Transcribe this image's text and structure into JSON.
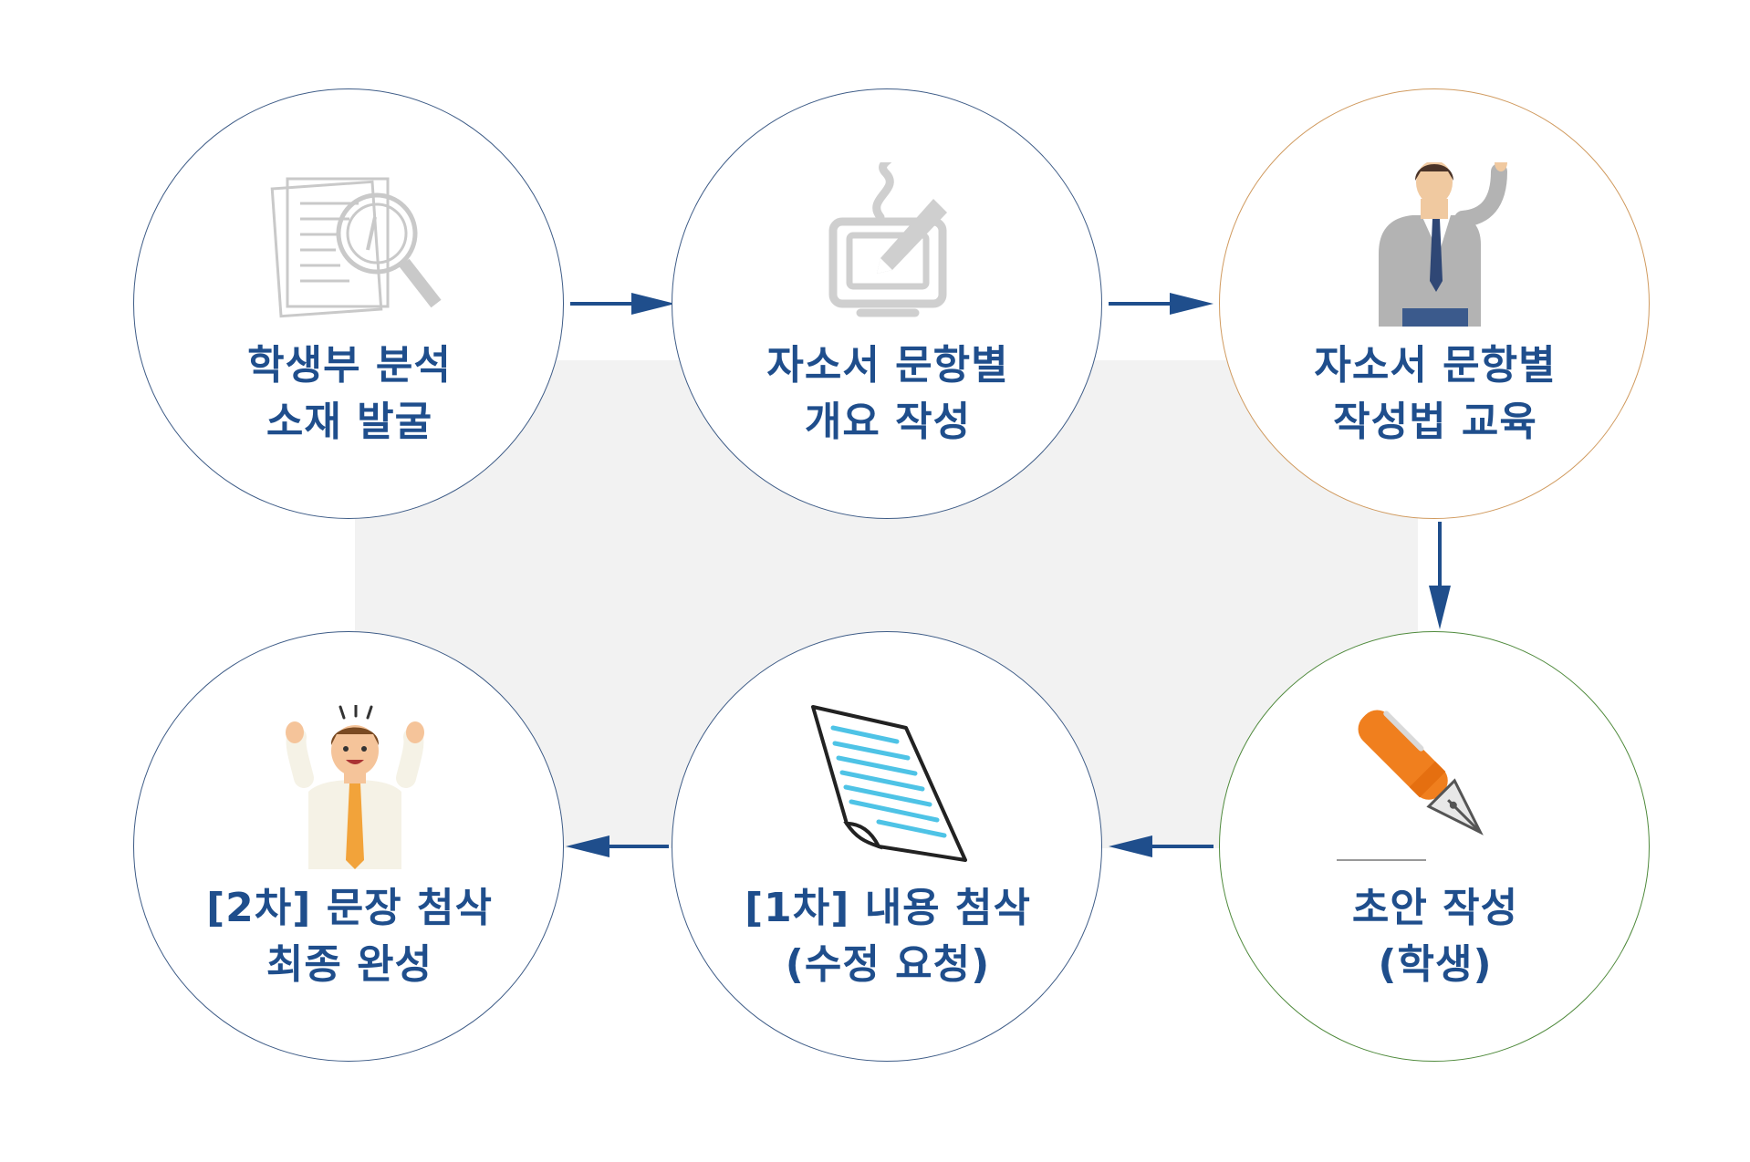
{
  "colors": {
    "label": "#1f4e8c",
    "arrow": "#1f4e8c",
    "background_panel": "#f2f2f2",
    "circle_border_blue": "#3e5c87",
    "circle_border_orange": "#d09a5e",
    "circle_border_green": "#4f8a3c"
  },
  "steps": [
    {
      "icon": "document-magnifier-icon",
      "line1": "학생부 분석",
      "line2": "소재 발굴"
    },
    {
      "icon": "writing-tablet-icon",
      "line1": "자소서 문항별",
      "line2": "개요 작성"
    },
    {
      "icon": "teacher-pointing-icon",
      "line1": "자소서 문항별",
      "line2": "작성법 교육"
    },
    {
      "icon": "fountain-pen-icon",
      "line1": "초안 작성",
      "line2": "(학생)"
    },
    {
      "icon": "document-page-icon",
      "line1": "[1차] 내용 첨삭",
      "line2": "(수정 요청)"
    },
    {
      "icon": "cheering-man-icon",
      "line1": "[2차] 문장 첨삭",
      "line2": "최종 완성"
    }
  ]
}
